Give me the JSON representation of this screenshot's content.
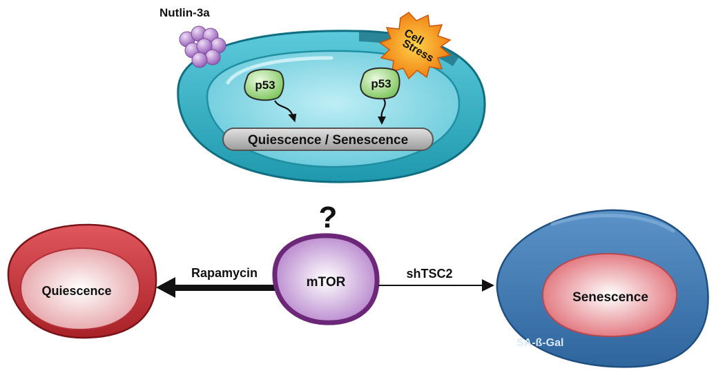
{
  "labels": {
    "nutlin": "Nutlin-3a",
    "cell_stress_line1": "Cell",
    "cell_stress_line2": "Stress",
    "p53_left": "p53",
    "p53_right": "p53",
    "outcome_bar": "Quiescence / Senescence",
    "question": "?",
    "mtor": "mTOR",
    "rapamycin": "Rapamycin",
    "shtsc2": "shTSC2",
    "quiescence": "Quiescence",
    "senescence": "Senescence",
    "sa_beta_gal": "SA-ß-Gal"
  },
  "colors": {
    "top_cell_membrane": "#35b3c6",
    "top_cell_nucleus": "#7dd3e0",
    "p53_green": "#8fd16a",
    "outcome_bar_gray": "#b9b9b9",
    "stress_burst_orange": "#f39a1c",
    "nutlin_purple": "#b98fd0",
    "mtor_membrane": "#7a2f86",
    "mtor_core": "#c8a3d8",
    "quiescence_red": "#c9343a",
    "senescence_blue": "#3f79b2",
    "senescence_core": "#e27d84"
  }
}
